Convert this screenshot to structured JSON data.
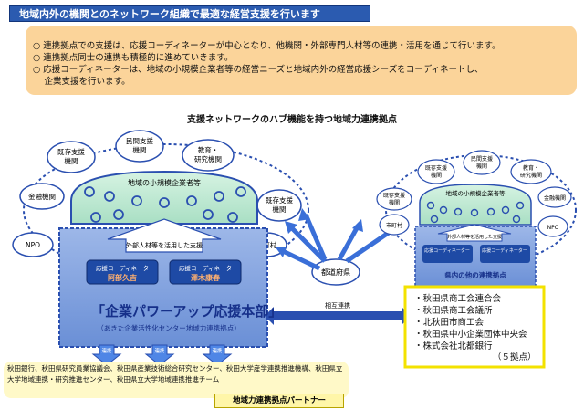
{
  "header": {
    "title": "地域内外の機関とのネットワーク組織で最適な経営支援を行います"
  },
  "summary": {
    "lines": [
      "○ 連携拠点での支援は、応援コーディネーターが中心となり、他機関・外部専門人材等の連携・活用を通じて行います。",
      "○ 連携拠点同士の連携も積極的に進めていきます。",
      "○ 応援コーディネーターは、地域の小規模企業者等の経営ニーズと地域内外の経営応援シーズをコーディネートし、",
      "　 企業支援を行います。"
    ]
  },
  "diagram": {
    "title": "支援ネットワークのハブ機能を持つ地域力連携拠点",
    "left": {
      "orgs": [
        "既存支援機関",
        "民間支援機関",
        "教育・研究機関",
        "金融機関",
        "既存支援機関",
        "NPO",
        "市町村"
      ],
      "small_biz": "地域の小規模企業者等",
      "arrow_label": "外部人材等を活用した支援",
      "coordinators": [
        "応援コーディネータ",
        "応援コーディネータ"
      ],
      "names": [
        "阿部久吉",
        "澤木康春"
      ],
      "hq_title": "「企業パワーアップ応援本部」",
      "hq_sub": "（あきた企業活性化センター地域力連携拠点）",
      "link_label": "連携"
    },
    "center": {
      "prefecture": "都道府県",
      "mutual": "相互連携"
    },
    "right": {
      "orgs": [
        "既存支援機関",
        "民間支援機関",
        "教育・研究機関",
        "既存支援機関",
        "金融機関",
        "市町村",
        "NPO"
      ],
      "small_biz": "地域の小規模企業者等",
      "arrow_label": "外部人材等を活用した支援",
      "coordinators": [
        "応援コーディネーター",
        "応援コーディネーター"
      ],
      "inner_label": "県内の他の連携拠点",
      "list": [
        "・秋田県商工会連合会",
        "・秋田県商工会議所",
        "・北秋田市商工会",
        "・秋田県中小企業団体中央会",
        "・株式会社北都銀行"
      ],
      "count": "（５拠点）"
    },
    "partners": {
      "text": "秋田銀行、秋田県研究員業協議会、秋田県産業技術総合研究センター、秋田大学産学連携推進機構、秋田県立大学地域連携・研究推進センター、秋田県立大学地域連携推進チーム",
      "caption": "地域力連携拠点パートナー"
    }
  }
}
